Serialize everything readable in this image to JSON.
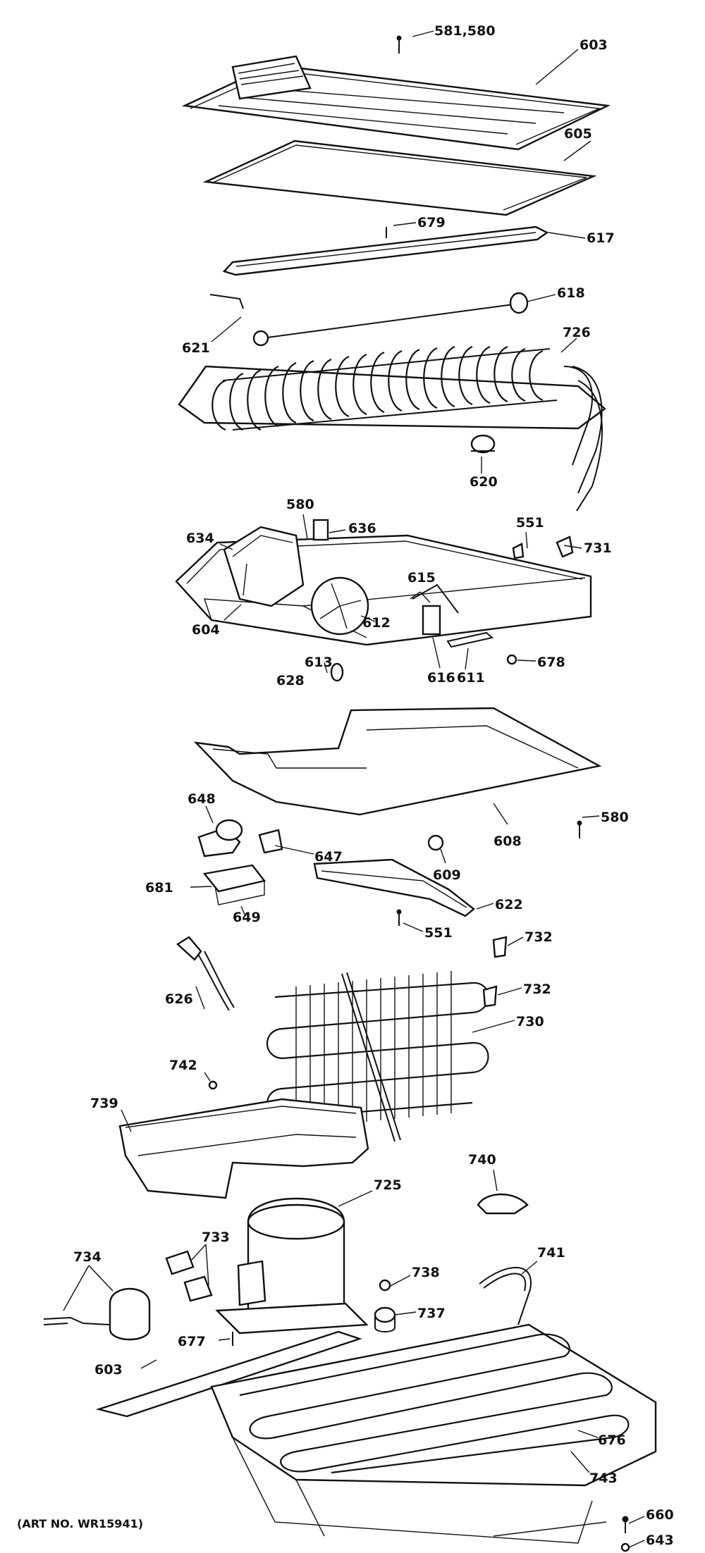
{
  "art_number": "(ART NO. WR15941)",
  "callouts": {
    "c581": "581,580",
    "c603a": "603",
    "c605": "605",
    "c679": "679",
    "c617": "617",
    "c618": "618",
    "c621": "621",
    "c726": "726",
    "c620": "620",
    "c580a": "580",
    "c636": "636",
    "c634": "634",
    "c551a": "551",
    "c731": "731",
    "c615": "615",
    "c604": "604",
    "c612": "612",
    "c613": "613",
    "c628": "628",
    "c616": "616",
    "c611": "611",
    "c678": "678",
    "c648": "648",
    "c580b": "580",
    "c647": "647",
    "c608": "608",
    "c609": "609",
    "c681": "681",
    "c649": "649",
    "c622": "622",
    "c551b": "551",
    "c732a": "732",
    "c626": "626",
    "c732b": "732",
    "c730": "730",
    "c742": "742",
    "c739": "739",
    "c740": "740",
    "c725": "725",
    "c733": "733",
    "c734": "734",
    "c738": "738",
    "c737": "737",
    "c741": "741",
    "c677": "677",
    "c603b": "603",
    "c676": "676",
    "c743": "743",
    "c660": "660",
    "c643": "643"
  }
}
